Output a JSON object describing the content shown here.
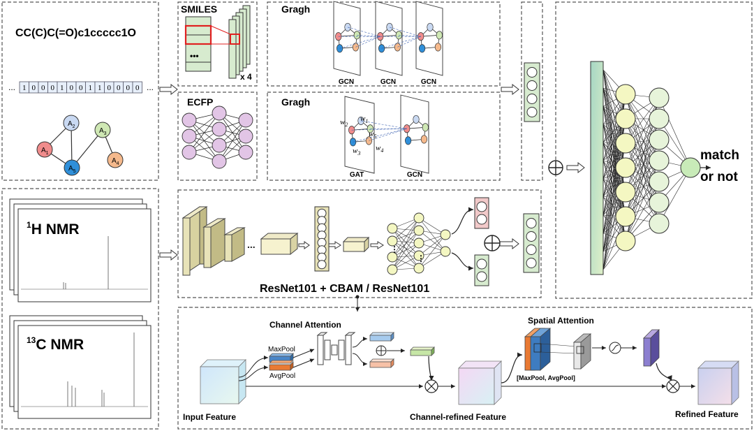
{
  "molecule": {
    "smiles": "CC(C)C(=O)c1ccccc1O",
    "bits": [
      "1",
      "0",
      "0",
      "0",
      "1",
      "0",
      "0",
      "1",
      "1",
      "0",
      "0",
      "0",
      "0"
    ],
    "ellipsis": "...",
    "atoms": [
      {
        "label": "A",
        "sub": "1",
        "color": "#f08c8c"
      },
      {
        "label": "A",
        "sub": "2",
        "color": "#c9d9f2"
      },
      {
        "label": "A",
        "sub": "3",
        "color": "#cfe8b4"
      },
      {
        "label": "A",
        "sub": "4",
        "color": "#f5b98c"
      },
      {
        "label": "A",
        "sub": "5",
        "color": "#2f8fd9"
      }
    ]
  },
  "smiles_branch": {
    "title": "SMILES",
    "repeat": "x 4",
    "dots": "•••"
  },
  "graph_top": {
    "title": "Gragh",
    "layers": [
      "GCN",
      "GCN",
      "GCN"
    ]
  },
  "ecfp_branch": {
    "title": "ECFP"
  },
  "graph_bottom": {
    "title": "Gragh",
    "layers": [
      "GAT",
      "GCN"
    ],
    "weights": [
      {
        "w": "w",
        "sub": "2"
      },
      {
        "w": "w",
        "sub": "1"
      },
      {
        "w": "w",
        "sub": "5"
      },
      {
        "w": "w",
        "sub": "3"
      },
      {
        "w": "w",
        "sub": "4"
      }
    ]
  },
  "nmr": {
    "h_label_sup": "1",
    "h_label": "H NMR",
    "c_label_sup": "13",
    "c_label": "C NMR"
  },
  "resnet": {
    "caption": "ResNet101 + CBAM / ResNet101",
    "dots": "..."
  },
  "cbam": {
    "channel_attention": "Channel Attention",
    "maxpool": "MaxPool",
    "avgpool": "AvgPool",
    "spatial_attention": "Spatial Attention",
    "spatial_pool": "[MaxPool, AvgPool]",
    "input_feature": "Input Feature",
    "channel_refined": "Channel-refined Feature",
    "refined_feature": "Refined Feature"
  },
  "output": {
    "line1": "match",
    "line2": "or not"
  },
  "colors": {
    "border": "#555555",
    "red": "#e02020",
    "green_fill": "#d7ebcf",
    "yellow_node": "#f4f7c2",
    "purple_node": "#e2c5e6",
    "resnet_block": "#e8e3b8",
    "teal_bar": "#b5dfc7"
  }
}
